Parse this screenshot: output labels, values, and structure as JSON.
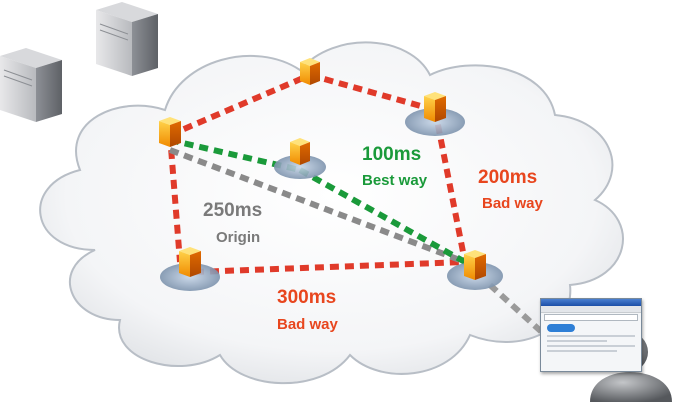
{
  "labels": {
    "best": {
      "time": "100ms",
      "text": "Best way",
      "color": "#1a9a3a"
    },
    "bad1": {
      "time": "200ms",
      "text": "Bad way",
      "color": "#e8461e"
    },
    "origin": {
      "time": "250ms",
      "text": "Origin",
      "color": "#7a7a7a"
    },
    "bad2": {
      "time": "300ms",
      "text": "Bad way",
      "color": "#e8461e"
    }
  },
  "colors": {
    "red_path": "#e03a2a",
    "green_path": "#1a9a3a",
    "grey_path": "#8a8a8a",
    "cloud_stroke": "#b8bec6"
  },
  "icons": [
    "origin-server-icon",
    "edge-server-icon",
    "browser-window-icon",
    "user-icon",
    "cloud-icon"
  ]
}
